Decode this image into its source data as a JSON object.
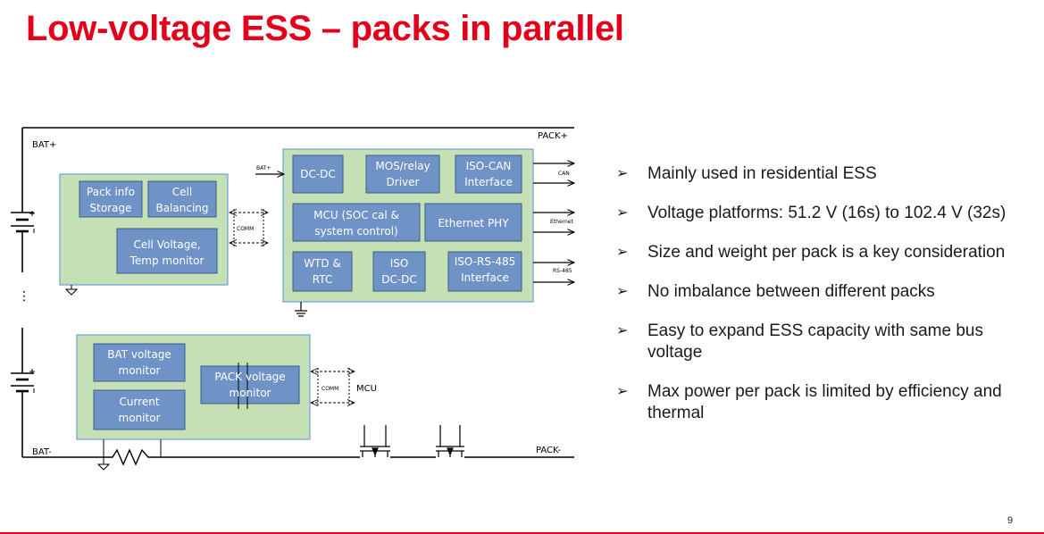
{
  "slide": {
    "title": "Low-voltage ESS – packs in parallel",
    "page_number": "9"
  },
  "diagram": {
    "rails": {
      "bat_plus": "BAT+",
      "pack_plus": "PACK+",
      "bat_minus": "BAT-",
      "pack_minus": "PACK-",
      "ellipsis": "⋮"
    },
    "left_module": {
      "pack_info_1": "Pack info",
      "pack_info_2": "Storage",
      "cell_bal_1": "Cell",
      "cell_bal_2": "Balancing",
      "cell_volt_1": "Cell Voltage,",
      "cell_volt_2": "Temp monitor",
      "comm": "COMM"
    },
    "mcu_module": {
      "bat_plus_small": "BAT+",
      "dcdc": "DC-DC",
      "mos_1": "MOS/relay",
      "mos_2": "Driver",
      "isocan_1": "ISO-CAN",
      "isocan_2": "Interface",
      "mcu_1": "MCU (SOC cal &",
      "mcu_2": "system control)",
      "eth": "Ethernet PHY",
      "wtd_1": "WTD &",
      "wtd_2": "RTC",
      "isodc_1": "ISO",
      "isodc_2": "DC-DC",
      "rs485_1": "ISO-RS-485",
      "rs485_2": "Interface",
      "out_can": "CAN",
      "out_eth": "Ethernet",
      "out_rs485": "RS-485"
    },
    "bottom_module": {
      "batv_1": "BAT voltage",
      "batv_2": "monitor",
      "packv_1": "PACK voltage",
      "packv_2": "monitor",
      "current_1": "Current",
      "current_2": "monitor",
      "comm": "COMM",
      "mcu": "MCU"
    }
  },
  "bullets": [
    "Mainly used in residential ESS",
    "Voltage platforms: 51.2 V (16s) to 102.4 V (32s)",
    "Size and weight per pack is a key consideration",
    "No imbalance between different packs",
    "Easy to expand ESS capacity with same bus voltage",
    "Max power per pack is limited by efficiency and thermal"
  ],
  "bullet_marker": "➢",
  "colors": {
    "title": "#e3001b",
    "module_fill": "#c5e0b4",
    "block_fill": "#6f93c6",
    "block_stroke": "#385d8a",
    "footer_rule": "#e3001b"
  }
}
